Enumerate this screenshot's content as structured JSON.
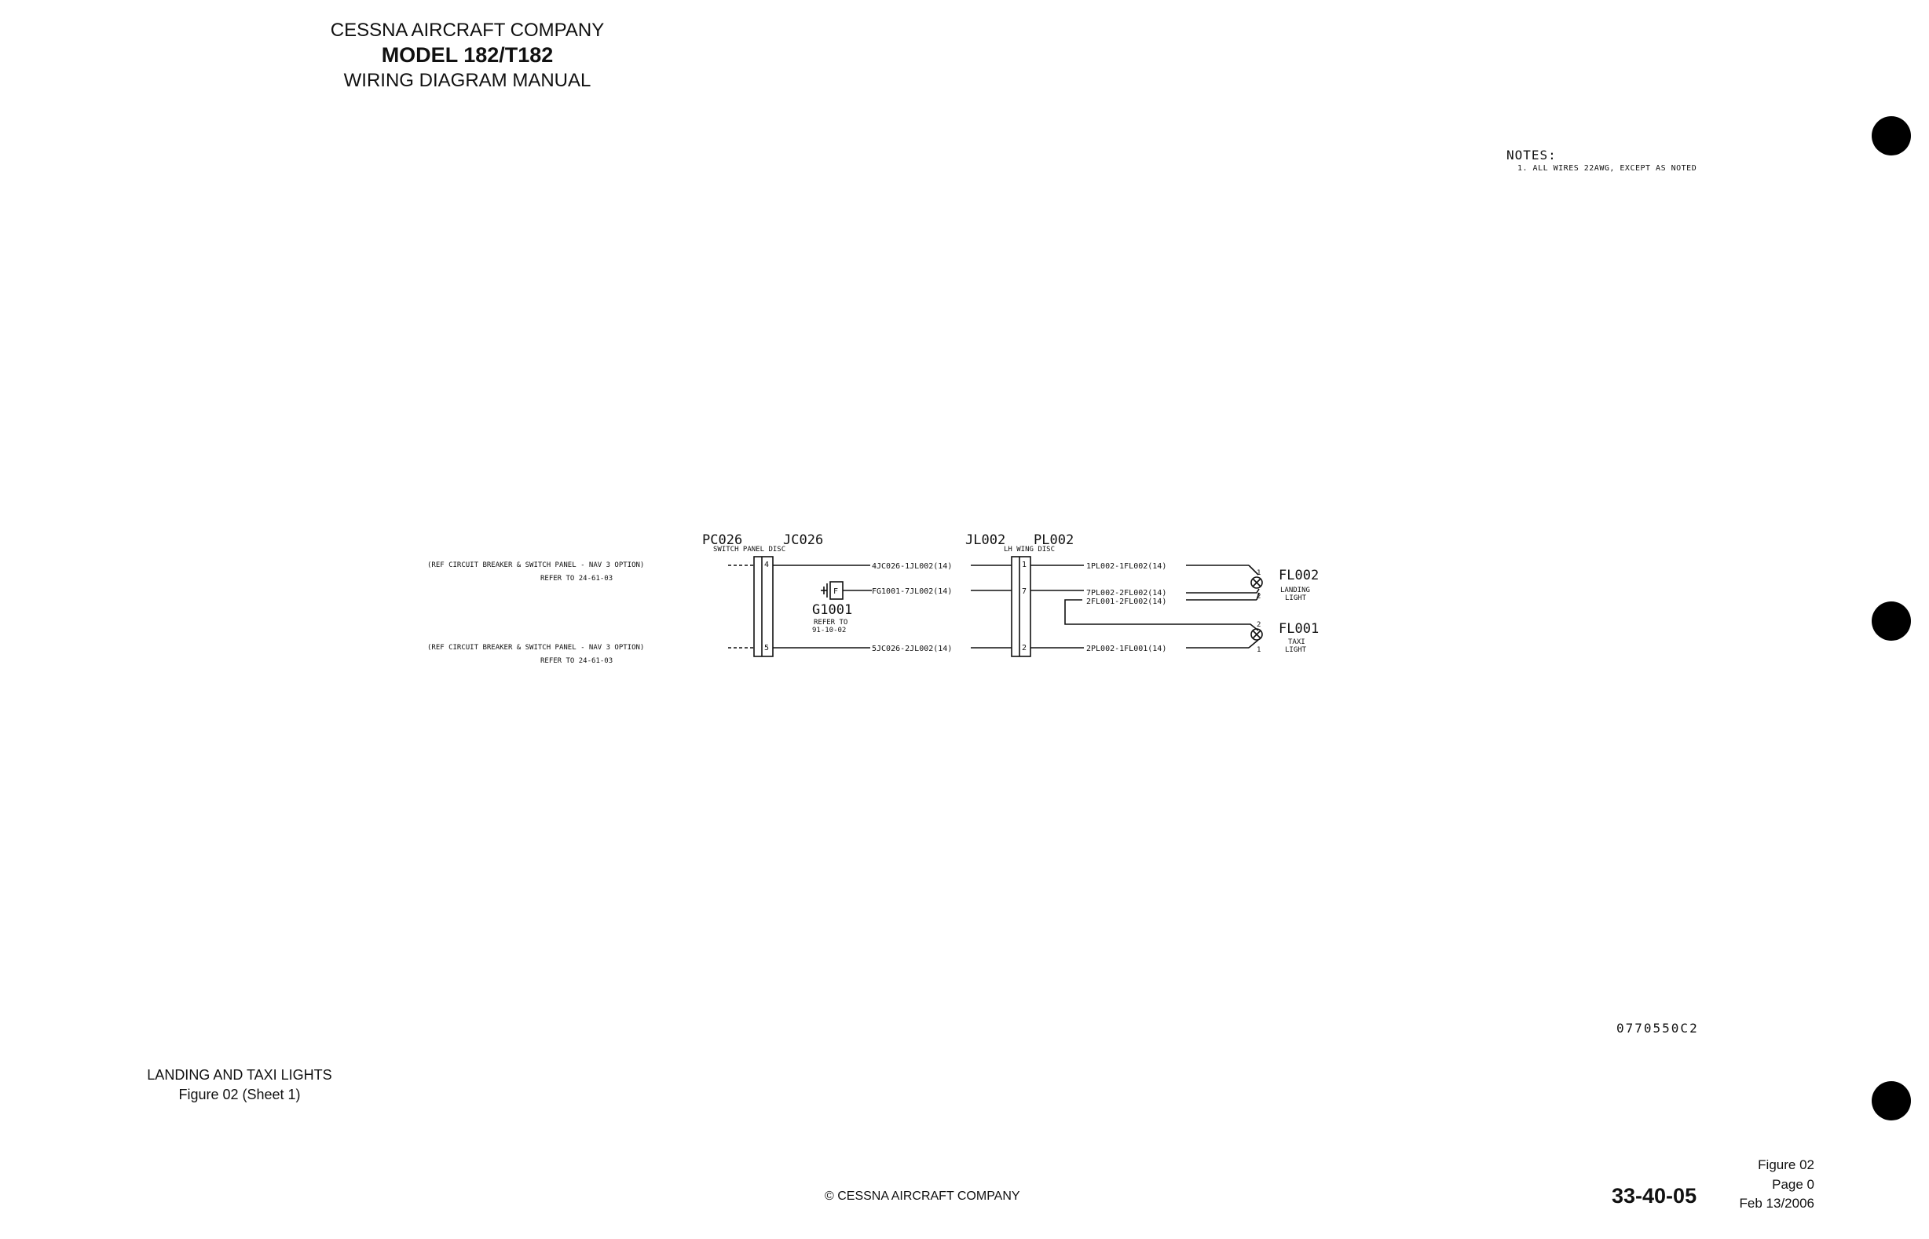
{
  "header": {
    "company": "CESSNA AIRCRAFT COMPANY",
    "model": "MODEL 182/T182",
    "manual": "WIRING DIAGRAM MANUAL"
  },
  "notes": {
    "title": "NOTES:",
    "items": [
      "1. ALL WIRES 22AWG, EXCEPT AS NOTED"
    ]
  },
  "diagram": {
    "connectors": {
      "pc026": "PC026",
      "jc026": "JC026",
      "switch_panel": "SWITCH PANEL DISC",
      "jl002": "JL002",
      "pl002": "PL002",
      "lh_wing": "LH WING DISC"
    },
    "refs": {
      "ref1": "(REF CIRCUIT BREAKER & SWITCH PANEL - NAV 3 OPTION)",
      "ref1_sub": "REFER TO 24-61-03",
      "ref2": "(REF CIRCUIT BREAKER & SWITCH PANEL - NAV 3 OPTION)",
      "ref2_sub": "REFER TO 24-61-03"
    },
    "pins": {
      "pc_top": "4",
      "pc_bottom": "5",
      "jl_top": "1",
      "jl_mid": "7",
      "jl_bottom": "2",
      "fl2_pin1": "1",
      "fl2_pin2": "2",
      "fl1_pin2": "2",
      "fl1_pin1": "1"
    },
    "wires": {
      "w1": "4JC026-1JL002(14)",
      "w2": "FG1001-7JL002(14)",
      "w3": "5JC026-2JL002(14)",
      "w4": "1PL002-1FL002(14)",
      "w5": "7PL002-2FL002(14)",
      "w6": "2FL001-2FL002(14)",
      "w7": "2PL002-1FL001(14)"
    },
    "ground": {
      "id": "G1001",
      "box": "F",
      "ref1": "REFER TO",
      "ref2": "91-10-02"
    },
    "lights": {
      "landing_id": "FL002",
      "landing_1": "LANDING",
      "landing_2": "LIGHT",
      "taxi_id": "FL001",
      "taxi_1": "TAXI",
      "taxi_2": "LIGHT"
    }
  },
  "drawing_number": "0770550C2",
  "figure_title": {
    "line1": "LANDING AND TAXI LIGHTS",
    "line2": "Figure 02 (Sheet 1)"
  },
  "footer": {
    "copyright": "© CESSNA AIRCRAFT COMPANY",
    "section": "33-40-05",
    "figure": "Figure 02",
    "page": "Page 0",
    "date": "Feb 13/2006"
  }
}
